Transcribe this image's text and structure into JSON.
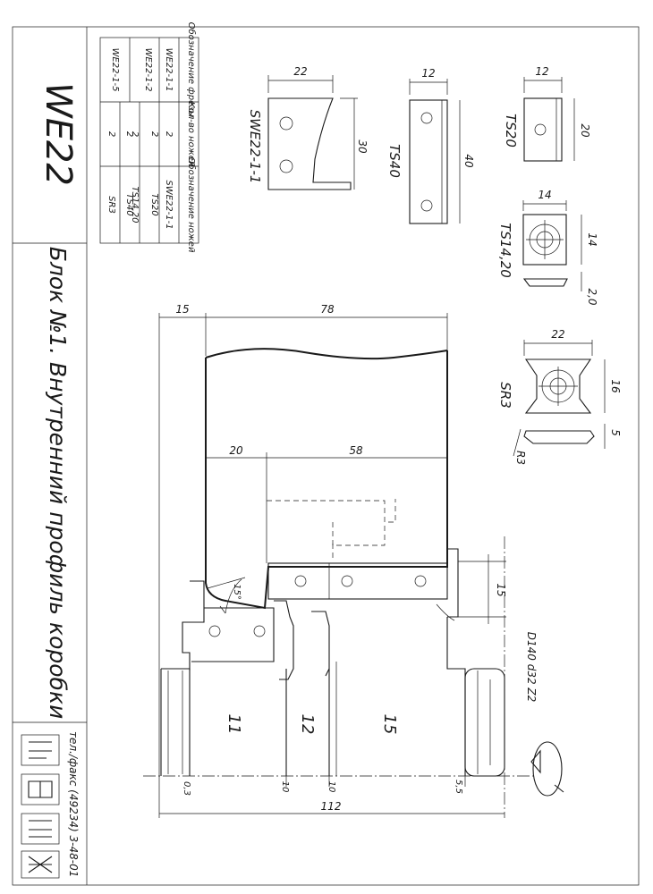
{
  "title": {
    "series": "WE22",
    "block": "Блок №1. Внутренний профиль коробки"
  },
  "table": {
    "headers": [
      "Обозначение фрезы",
      "Кол-во ножей",
      "Обозначение ножей"
    ],
    "rows": [
      [
        "WE22-1-1",
        "2",
        "SWE22-1-1"
      ],
      [
        "WE22-1-2",
        "2",
        "TS20"
      ],
      [
        "",
        "2",
        "TS14,20"
      ],
      [
        "WE22-1-5",
        "2",
        "TS40"
      ],
      [
        "",
        "2",
        "SR3"
      ]
    ]
  },
  "contact": "тел./факс (49234) 3-48-01",
  "knives": {
    "swe": {
      "label": "SWE22-1-1",
      "width": "22",
      "height": "30"
    },
    "ts40": {
      "label": "TS40",
      "width": "12",
      "height": "40"
    },
    "ts20": {
      "label": "TS20",
      "width": "12",
      "height": "20"
    },
    "ts1420": {
      "label": "TS14,20",
      "width": "14",
      "height": "14",
      "thickness": "2,0"
    },
    "sr3": {
      "label": "SR3",
      "width": "22",
      "height": "16",
      "thickness": "5",
      "radius": "R3"
    }
  },
  "main": {
    "dim_15": "15",
    "dim_78": "78",
    "dim_20": "20",
    "dim_58": "58",
    "dim_15_right": "15",
    "angle": "15°",
    "bore": "D140 d32 Z2",
    "sec_11": "11",
    "sec_12": "12",
    "sec_15": "15",
    "b_03": "0,3",
    "b_10a": "10",
    "b_10b": "10",
    "b_55": "5,5",
    "total": "112"
  }
}
